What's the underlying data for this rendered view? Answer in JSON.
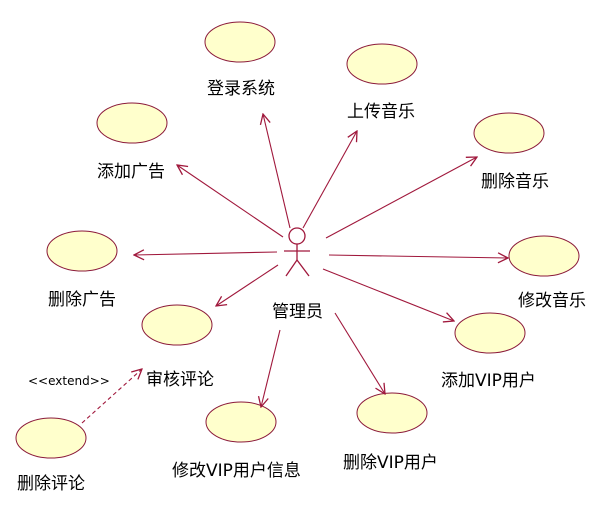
{
  "diagram": {
    "actor": {
      "name": "管理员"
    },
    "use_cases": [
      {
        "id": "login",
        "label": "登录系统"
      },
      {
        "id": "upload_music",
        "label": "上传音乐"
      },
      {
        "id": "add_ad",
        "label": "添加广告"
      },
      {
        "id": "delete_music",
        "label": "删除音乐"
      },
      {
        "id": "delete_ad",
        "label": "删除广告"
      },
      {
        "id": "edit_music",
        "label": "修改音乐"
      },
      {
        "id": "review_comment",
        "label": "审核评论"
      },
      {
        "id": "add_vip",
        "label": "添加VIP用户"
      },
      {
        "id": "delete_comment",
        "label": "删除评论"
      },
      {
        "id": "edit_vip",
        "label": "修改VIP用户信息"
      },
      {
        "id": "delete_vip",
        "label": "删除VIP用户"
      }
    ],
    "extend_relation": {
      "from": "delete_comment",
      "to": "review_comment",
      "label": "<<extend>>"
    },
    "colors": {
      "usecase_fill": "#ffffcc",
      "usecase_stroke": "#8b1a3a",
      "association": "#a0183c",
      "actor_stroke": "#a0183c"
    }
  }
}
